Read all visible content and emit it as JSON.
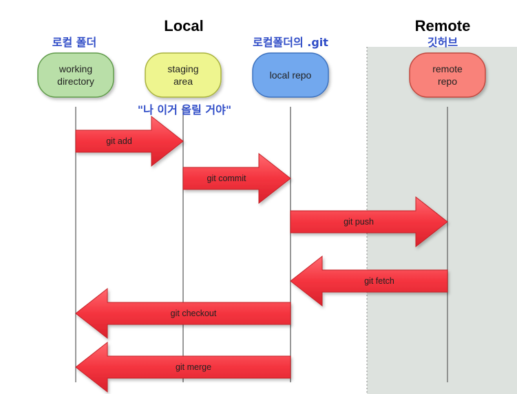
{
  "titles": {
    "local": "Local",
    "remote": "Remote"
  },
  "annotations": {
    "local_folder": "로컬 폴더",
    "local_git": "로컬폴더의 .git",
    "github": "깃허브",
    "staging_note": "\"나 이거 올릴 거야\""
  },
  "nodes": [
    {
      "name": "working-directory",
      "lines": [
        "working",
        "directory"
      ],
      "fill": "#b9dfa8",
      "stroke": "#5f9a4a"
    },
    {
      "name": "staging-area",
      "lines": [
        "staging",
        "area"
      ],
      "fill": "#eef58f",
      "stroke": "#a8b23e"
    },
    {
      "name": "local-repo",
      "lines": [
        "local repo"
      ],
      "fill": "#72a8ee",
      "stroke": "#3a6fbd"
    },
    {
      "name": "remote-repo",
      "lines": [
        "remote",
        "repo"
      ],
      "fill": "#f9827a",
      "stroke": "#c0463e"
    }
  ],
  "arrows": [
    {
      "name": "git-add",
      "label": "git add",
      "from": 0,
      "to": 1
    },
    {
      "name": "git-commit",
      "label": "git commit",
      "from": 1,
      "to": 2
    },
    {
      "name": "git-push",
      "label": "git push",
      "from": 2,
      "to": 3
    },
    {
      "name": "git-fetch",
      "label": "git fetch",
      "from": 3,
      "to": 2
    },
    {
      "name": "git-checkout",
      "label": "git checkout",
      "from": 2,
      "to": 0
    },
    {
      "name": "git-merge",
      "label": "git merge",
      "from": 2,
      "to": 0
    }
  ],
  "colors": {
    "arrow_fill": "#f4343f",
    "arrow_stroke": "#c42028",
    "remote_bg": "#dde2de",
    "lifeline": "#777777",
    "annotation": "#2f4cc7"
  }
}
